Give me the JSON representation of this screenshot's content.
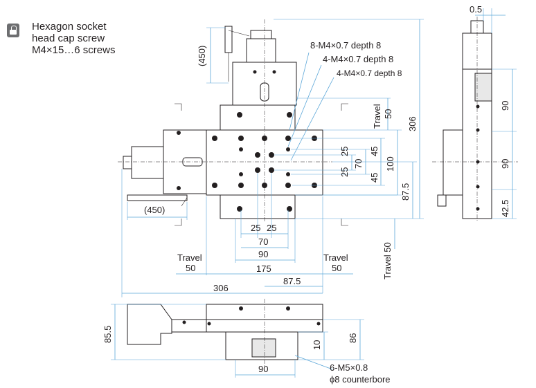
{
  "legend": {
    "icon": "screw-head-icon",
    "line1": "Hexagon socket",
    "line2": "head cap screw",
    "line3": "M4×15…6 screws"
  },
  "callouts": {
    "tap_a": "8-M4×0.7 depth 8",
    "tap_b": "4-M4×0.7 depth 8",
    "tap_c": "4-M4×0.7 depth 8",
    "bottom_holes_1": "6-M5×0.8",
    "bottom_holes_2": "ϕ8 counterbore"
  },
  "dimensions": {
    "cable_top": "(450)",
    "cable_left": "(450)",
    "travel_word": "Travel",
    "travel_right_val": "50",
    "d306_v": "306",
    "d100": "100",
    "d87_5_v": "87.5",
    "d45_a": "45",
    "d45_b": "45",
    "d70_v": "70",
    "d25_a": "25",
    "d25_b": "25",
    "d25_c": "25",
    "d25_d": "25",
    "d70_h": "70",
    "d90_h": "90",
    "d175": "175",
    "d87_5_h": "87.5",
    "d306_h": "306",
    "travel_left_val": "50",
    "travel_mid_val": "50",
    "travel_lower_v": "Travel 50",
    "side_0_5": "0.5",
    "side_90_a": "90",
    "side_90_b": "90",
    "side_42_5": "42.5",
    "front_85_5": "85.5",
    "front_86": "86",
    "front_10": "10",
    "front_90": "90"
  }
}
